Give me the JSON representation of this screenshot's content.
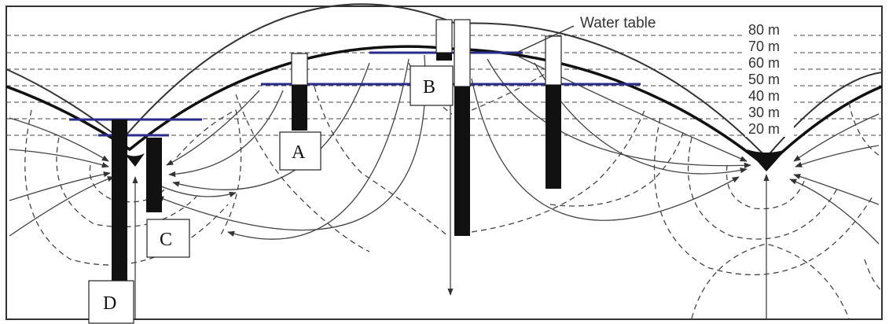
{
  "diagram": {
    "water_table_label": "Water table",
    "elevations": [
      "80 m",
      "70 m",
      "60 m",
      "50 m",
      "40 m",
      "30 m",
      "20 m"
    ],
    "wells": [
      "A",
      "B",
      "C",
      "D"
    ]
  }
}
